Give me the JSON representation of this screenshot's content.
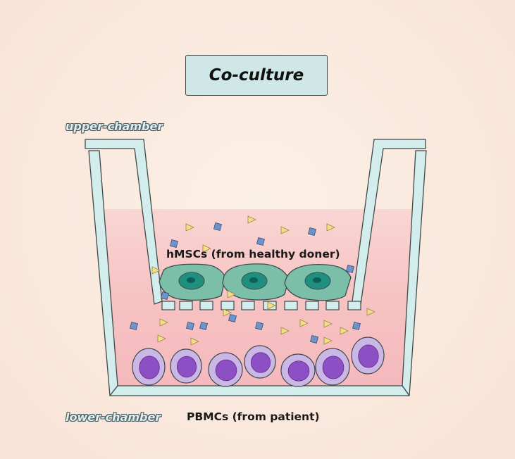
{
  "title": "Co-culture",
  "labels": {
    "upper_chamber": "upper-chamber",
    "lower_chamber": "lower-chamber"
  },
  "cells": {
    "hmsc_caption": "hMSCs (from healthy doner)",
    "pbmc_caption": "PBMCs (from patient)",
    "hmsc_count": 3,
    "pbmc_count": 7
  },
  "colors": {
    "well_wall": "#d3ecec",
    "outline": "#3f4a4a",
    "medium": "#f6c4c4",
    "hmsc_body": "#7bbfa8",
    "hmsc_nucleus": "#1f9080",
    "pbmc_outer": "#cbb7e6",
    "pbmc_inner": "#8d4fc4",
    "cytokine_triangle": "#f3dc8a",
    "cytokine_square": "#6e93c9"
  }
}
